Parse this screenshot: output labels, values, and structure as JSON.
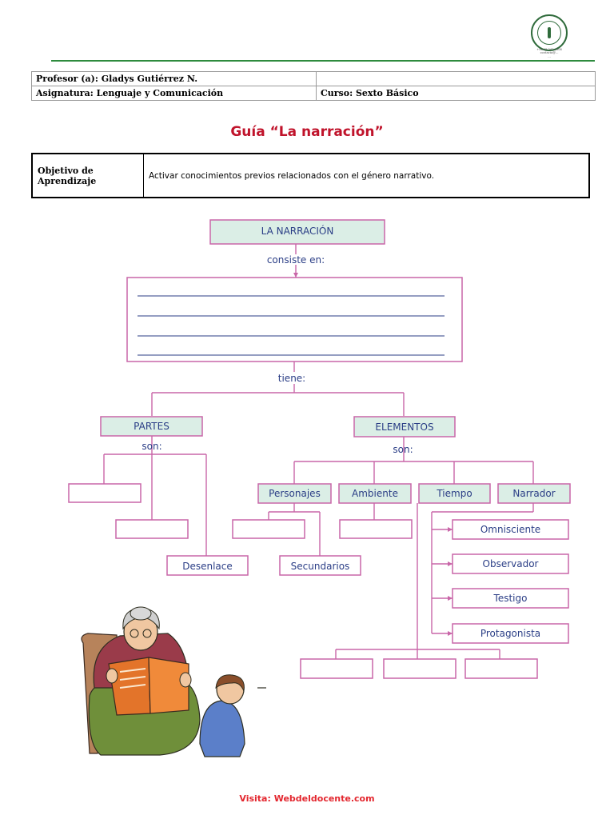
{
  "header": {
    "logo_name": "school-seal-logo",
    "logo_lines": [
      "+56 45 243 1508",
      "contacto@…",
      "…"
    ],
    "rule_color": "#2e8b3e"
  },
  "info_table": {
    "teacher": "Profesor (a): Gladys Gutiérrez N.",
    "teacher_right": "",
    "subject": "Asignatura: Lenguaje y Comunicación",
    "course": "Curso:  Sexto Básico"
  },
  "title": "Guía “La narración”",
  "objective": {
    "label": "Objetivo de Aprendizaje",
    "text": "Activar conocimientos previos relacionados con el género narrativo."
  },
  "diagram": {
    "root": "LA NARRACIÓN",
    "consists": "consiste en:",
    "has": "tiene:",
    "parts": "PARTES",
    "parts_are": "son:",
    "elements": "ELEMENTOS",
    "elements_are": "son:",
    "ending": "Desenlace",
    "characters": "Personajes",
    "setting": "Ambiente",
    "time": "Tiempo",
    "narrator": "Narrador",
    "secondary": "Secundarios",
    "omniscient": "Omnisciente",
    "observer": "Observador",
    "witness": "Testigo",
    "protagonist": "Protagonista"
  },
  "illustration": "grandmother-reading-to-child-illustration",
  "colors": {
    "title_red": "#c0132b",
    "box_border": "#c966a8",
    "box_fill": "#dbeee6",
    "diagram_text": "#2b3e86",
    "footer_red": "#e3262e"
  },
  "footer": {
    "prefix": "Visita: ",
    "site": "Webdeldocente.com"
  }
}
